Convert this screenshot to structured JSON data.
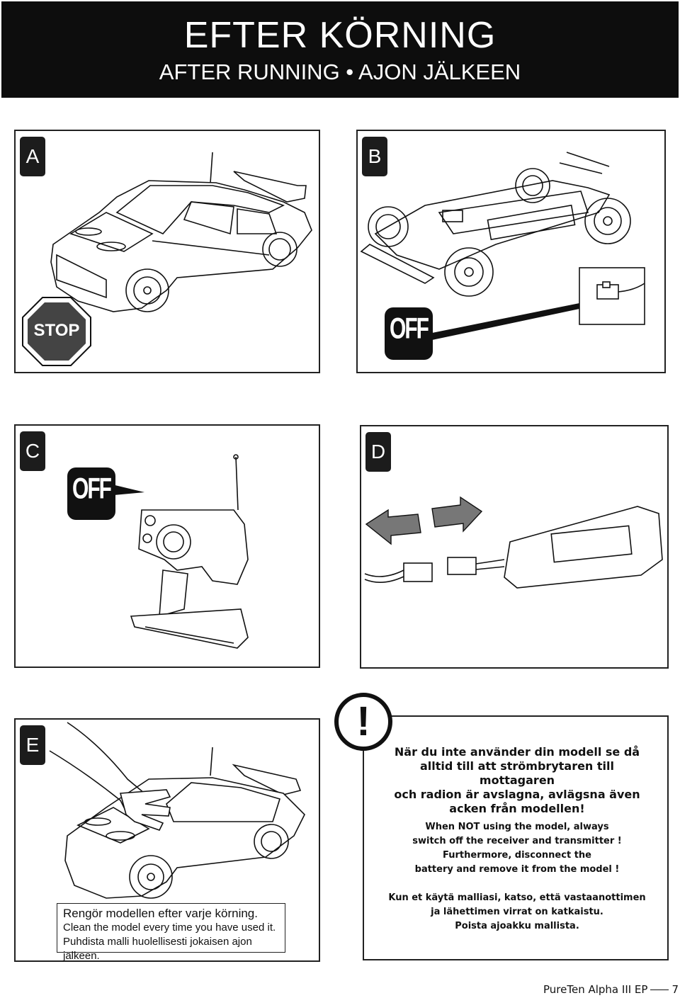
{
  "header": {
    "title": "EFTER KÖRNING",
    "subtitle": "AFTER RUNNING  •  AJON JÄLKEEN"
  },
  "panels": {
    "a": {
      "label": "A",
      "stop_sign": "STOP"
    },
    "b": {
      "label": "B",
      "off_sign": "OFF"
    },
    "c": {
      "label": "C",
      "off_sign": "OFF"
    },
    "d": {
      "label": "D"
    },
    "e": {
      "label": "E"
    }
  },
  "caption": {
    "sv": "Rengör modellen efter varje körning.",
    "en": "Clean the model every time you have used it.",
    "fi": "Puhdista malli huolellisesti jokaisen ajon jälkeen."
  },
  "warning": {
    "symbol": "!",
    "sv": [
      "När du inte använder din modell se då",
      "alltid till att strömbrytaren till mottagaren",
      "och radion är avslagna, avlägsna även",
      "acken från modellen!"
    ],
    "en": [
      "When NOT using the model, always",
      "switch off the receiver and transmitter !",
      "Furthermore, disconnect the",
      "battery and remove it from the model !"
    ],
    "fi": [
      "Kun et käytä malliasi, katso, että vastaanottimen",
      "ja lähettimen virrat on katkaistu.",
      "Poista ajoakku mallista."
    ]
  },
  "footer": {
    "product": "PureTen Alpha III EP",
    "page": "7"
  }
}
